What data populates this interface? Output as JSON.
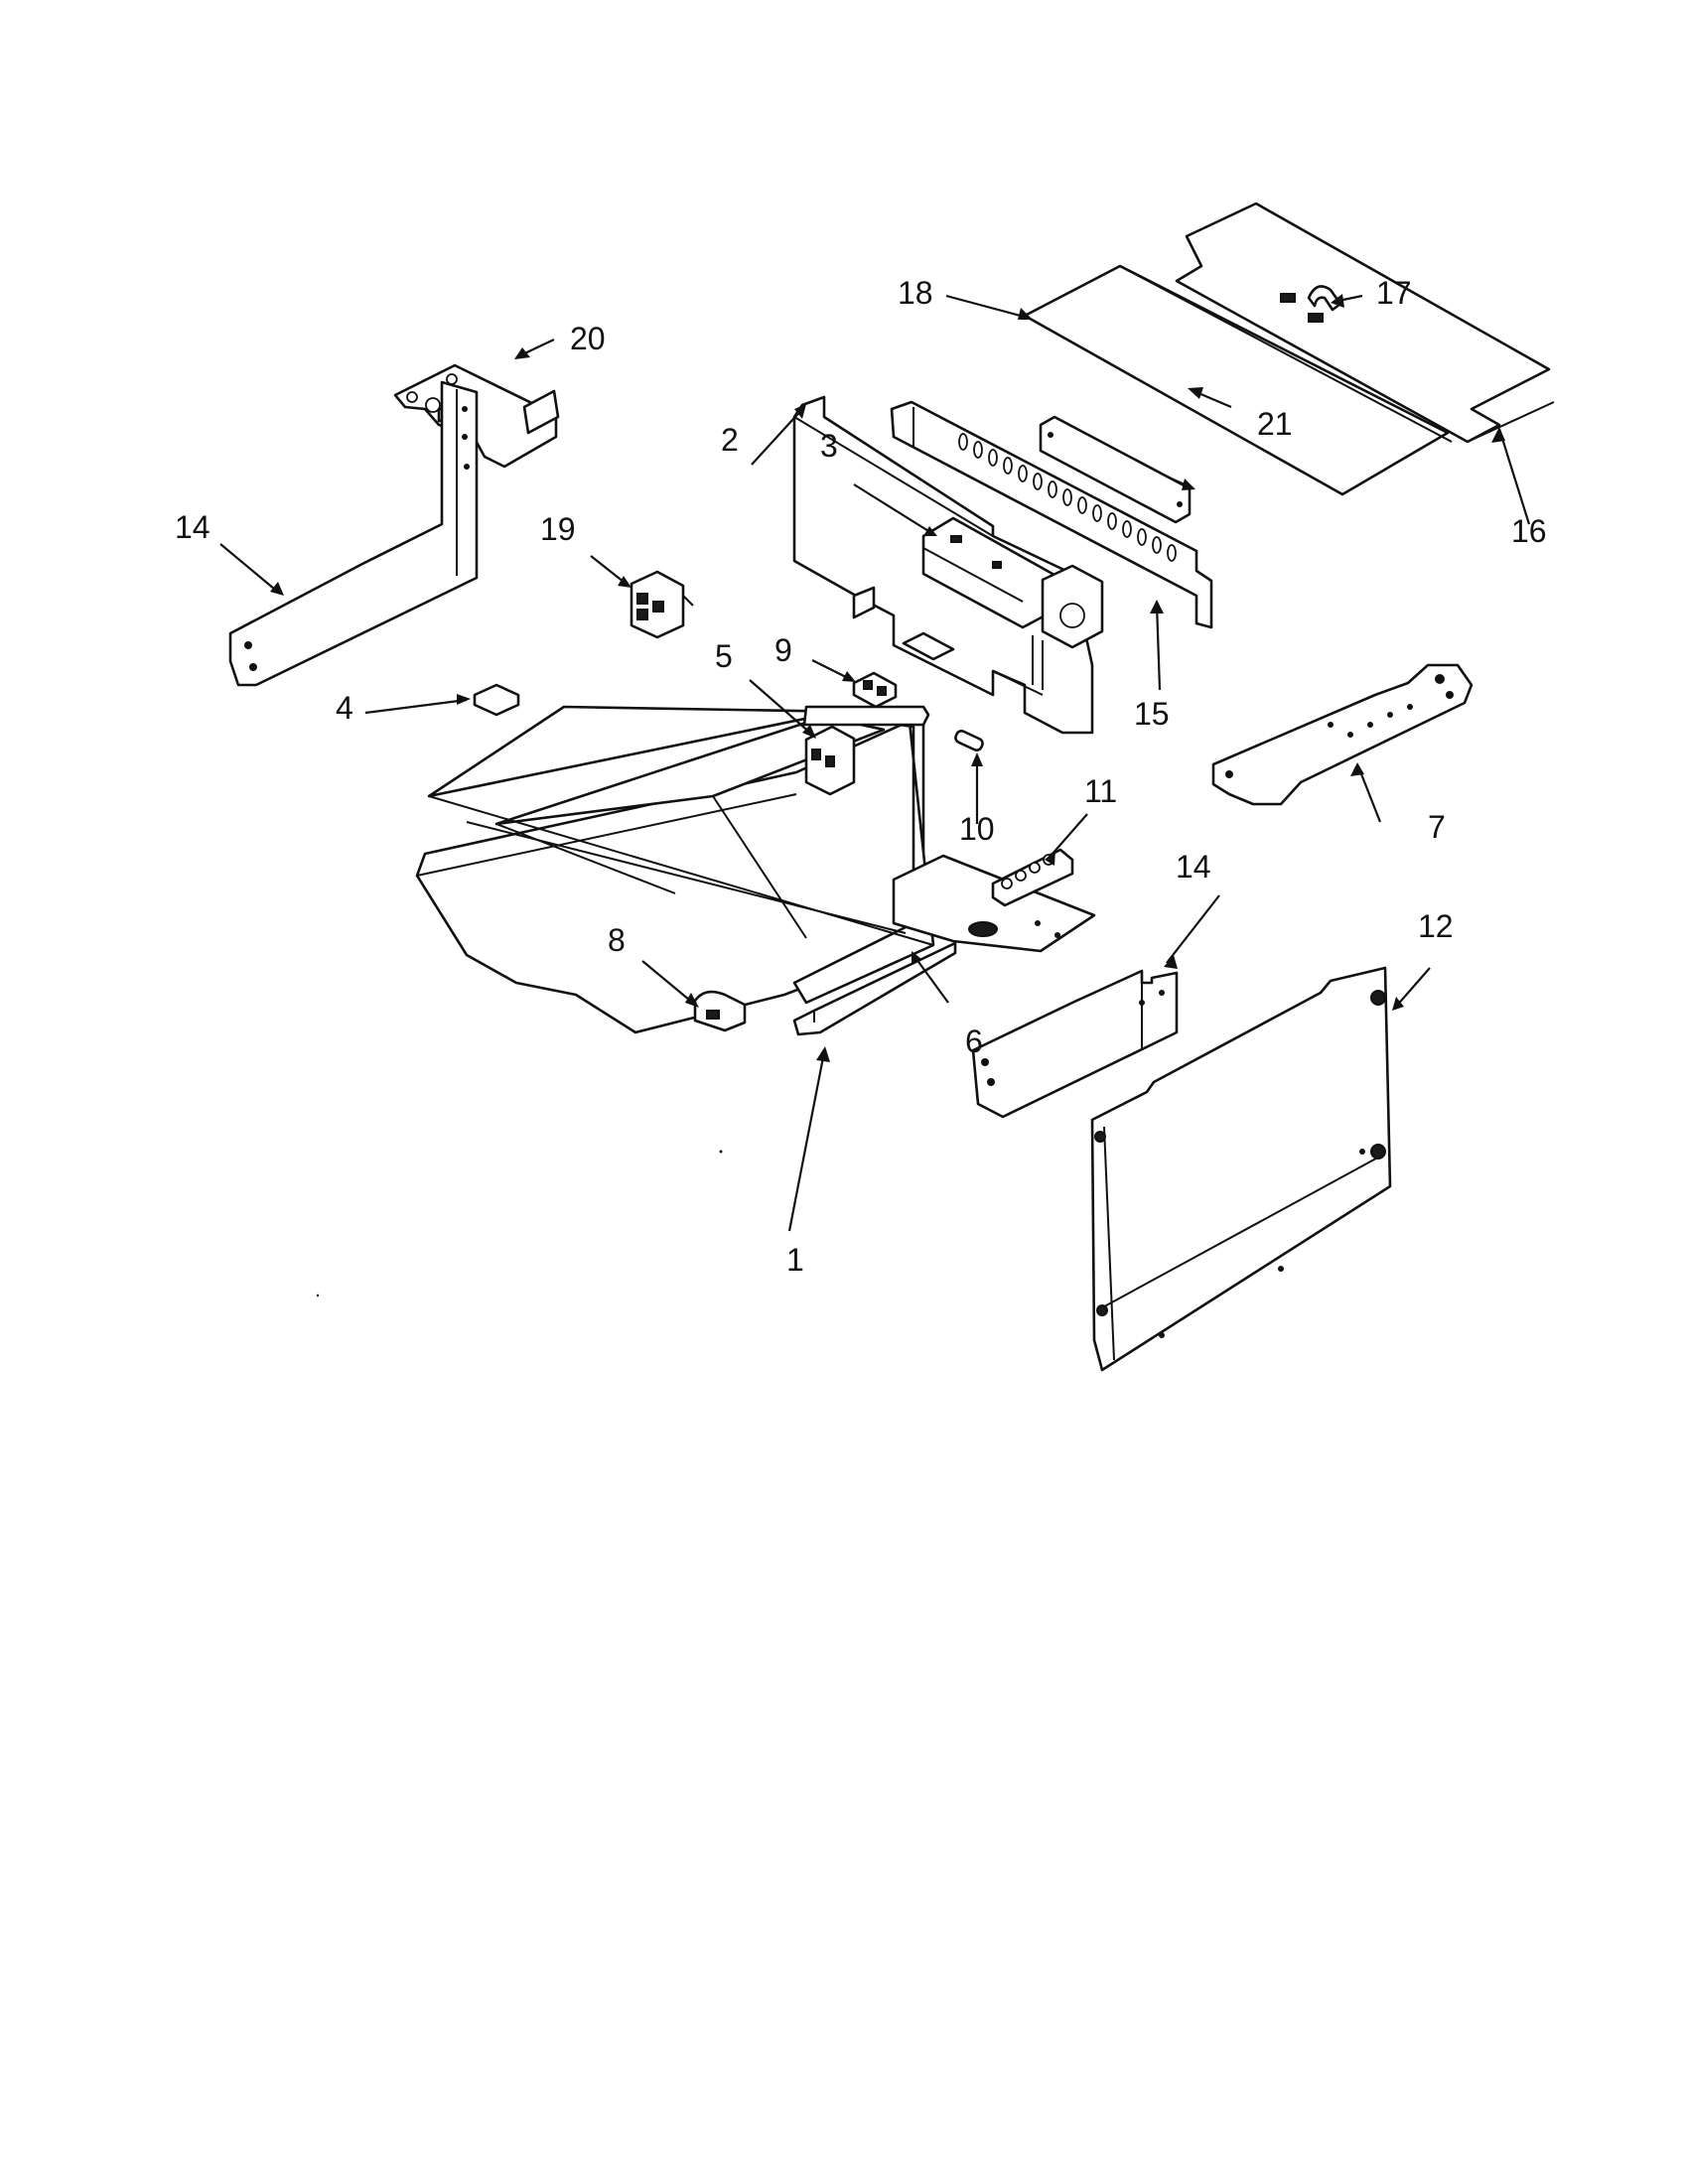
{
  "callouts": [
    {
      "id": "c1",
      "label": "1"
    },
    {
      "id": "c2",
      "label": "2"
    },
    {
      "id": "c3",
      "label": "3"
    },
    {
      "id": "c4",
      "label": "4"
    },
    {
      "id": "c5",
      "label": "5"
    },
    {
      "id": "c6",
      "label": "6"
    },
    {
      "id": "c7",
      "label": "7"
    },
    {
      "id": "c8",
      "label": "8"
    },
    {
      "id": "c9",
      "label": "9"
    },
    {
      "id": "c10",
      "label": "10"
    },
    {
      "id": "c11",
      "label": "11"
    },
    {
      "id": "c12",
      "label": "12"
    },
    {
      "id": "c14a",
      "label": "14"
    },
    {
      "id": "c14b",
      "label": "14"
    },
    {
      "id": "c15",
      "label": "15"
    },
    {
      "id": "c16",
      "label": "16"
    },
    {
      "id": "c17",
      "label": "17"
    },
    {
      "id": "c18",
      "label": "18"
    },
    {
      "id": "c19",
      "label": "19"
    },
    {
      "id": "c20",
      "label": "20"
    },
    {
      "id": "c21",
      "label": "21"
    }
  ],
  "colors": {
    "ink": "#111111",
    "paper": "#ffffff"
  }
}
